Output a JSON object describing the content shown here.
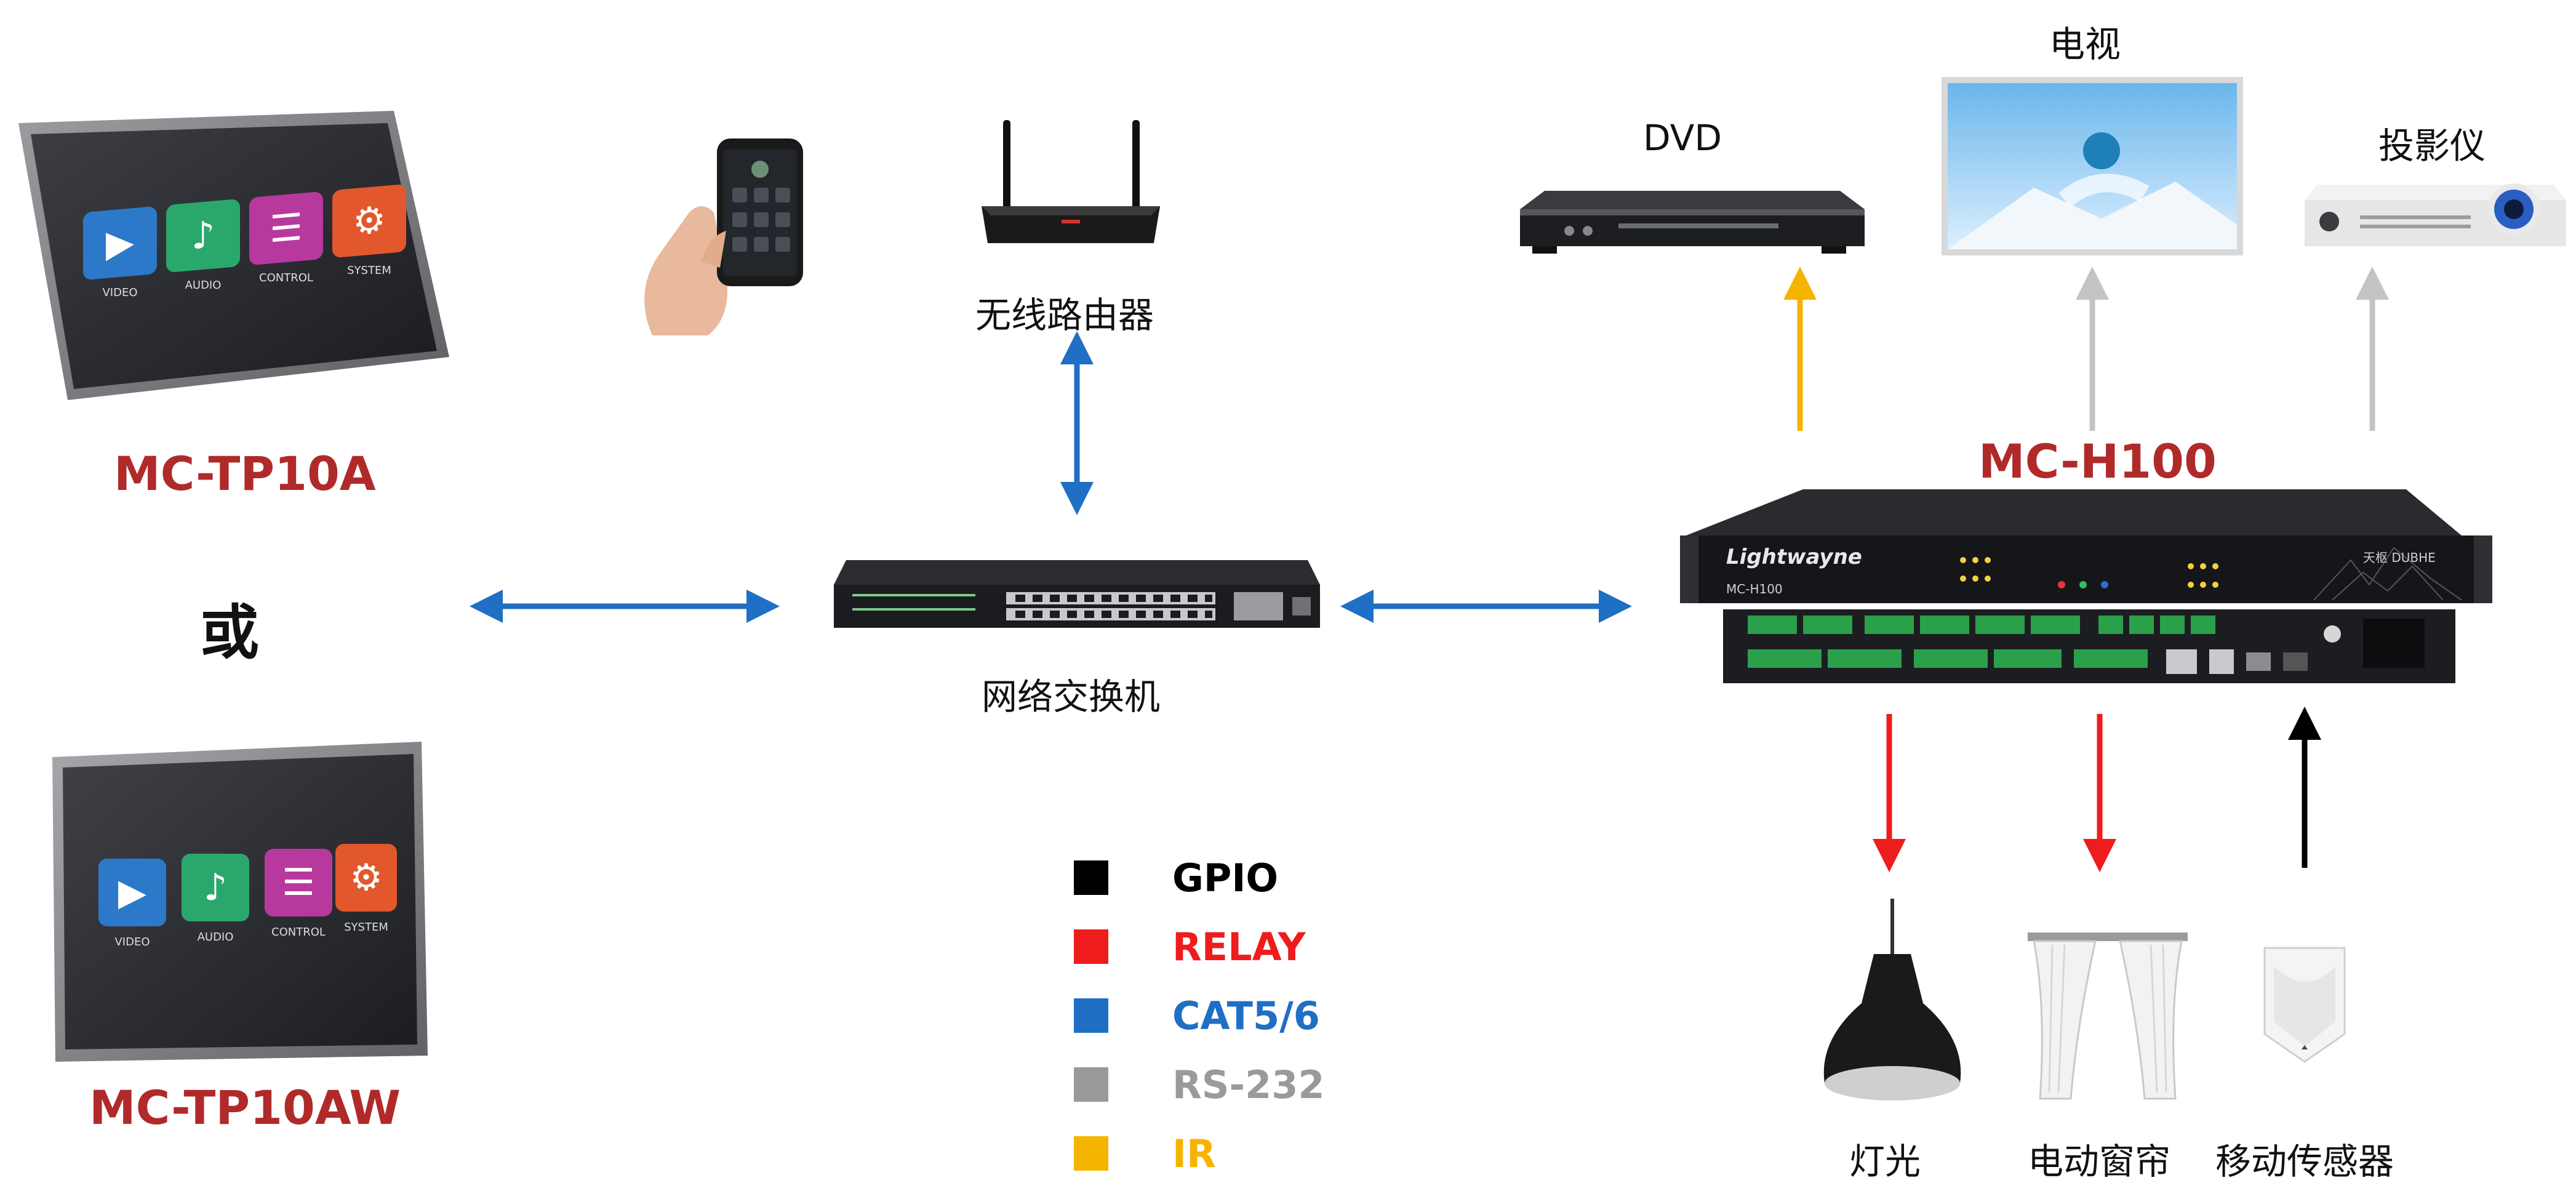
{
  "labels": {
    "touch_panel_a": "MC-TP10A",
    "or": "或",
    "touch_panel_aw": "MC-TP10AW",
    "router": "无线路由器",
    "switch": "网络交换机",
    "host": "MC-H100",
    "dvd": "DVD",
    "tv": "电视",
    "projector": "投影仪",
    "light": "灯光",
    "curtain": "电动窗帘",
    "sensor": "移动传感器"
  },
  "tablet_tiles": {
    "video": "VIDEO",
    "audio": "AUDIO",
    "control": "CONTROL",
    "system": "SYSTEM"
  },
  "host_branding": {
    "logo": "Lightwayne",
    "model": "MC-H100",
    "right_badge": "天枢 DUBHE"
  },
  "legend": [
    {
      "label": "GPIO",
      "color": "#000000"
    },
    {
      "label": "RELAY",
      "color": "#ee1c1c"
    },
    {
      "label": "CAT5/6",
      "color": "#1f6fc4"
    },
    {
      "label": "RS-232",
      "color": "#9a9a9a"
    },
    {
      "label": "IR",
      "color": "#f5b400"
    }
  ],
  "colors": {
    "cat": "#1f6fc4",
    "ir": "#f5b400",
    "rs232": "#c4c4c4",
    "relay": "#ee1c1c",
    "gpio": "#000000",
    "model_red": "#b02a2a"
  }
}
